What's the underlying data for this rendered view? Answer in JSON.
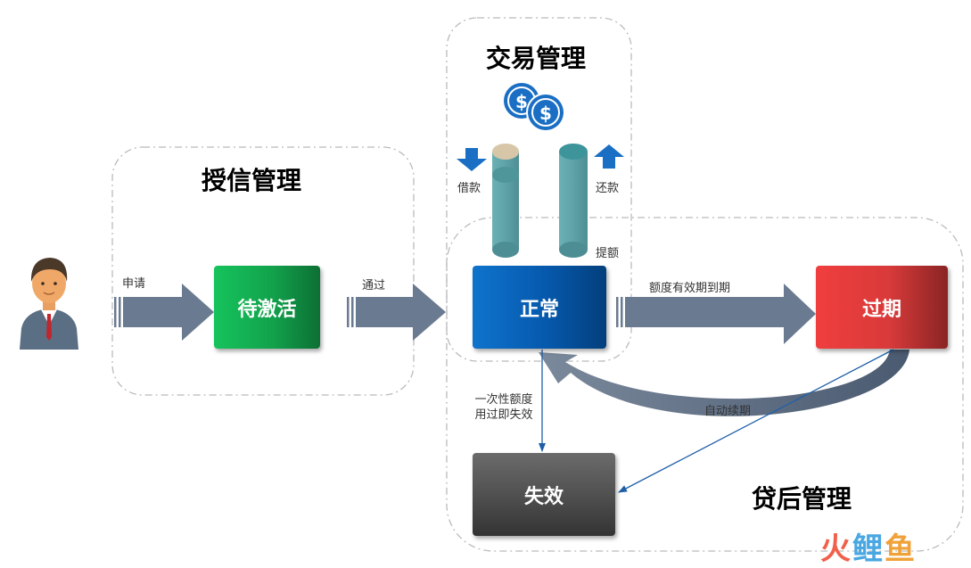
{
  "regions": {
    "credit": "授信管理",
    "transaction": "交易管理",
    "postloan": "贷后管理"
  },
  "states": {
    "pending": "待激活",
    "normal": "正常",
    "expired": "过期",
    "invalid": "失效"
  },
  "labels": {
    "apply": "申请",
    "approve": "通过",
    "borrow": "借款",
    "repay": "还款",
    "raise_limit": "提额",
    "limit_expiry": "额度有效期到期",
    "one_time_line1": "一次性额度",
    "one_time_line2": "用过即失效",
    "auto_renew": "自动续期"
  },
  "watermark": {
    "part1": "火",
    "part2": "鲤",
    "part3": "鱼"
  },
  "colors": {
    "arrow": "#6a7a90",
    "pending": "#14b457",
    "normal": "#0a64bd",
    "expired": "#e03838",
    "invalid": "#555555",
    "dash_border": "#bbbbbb",
    "coin": "#1a6fc4",
    "cylinder": "#5fa3a9"
  },
  "icons": [
    "person-icon",
    "dollar-coins-icon",
    "down-arrow-icon",
    "up-arrow-icon"
  ]
}
